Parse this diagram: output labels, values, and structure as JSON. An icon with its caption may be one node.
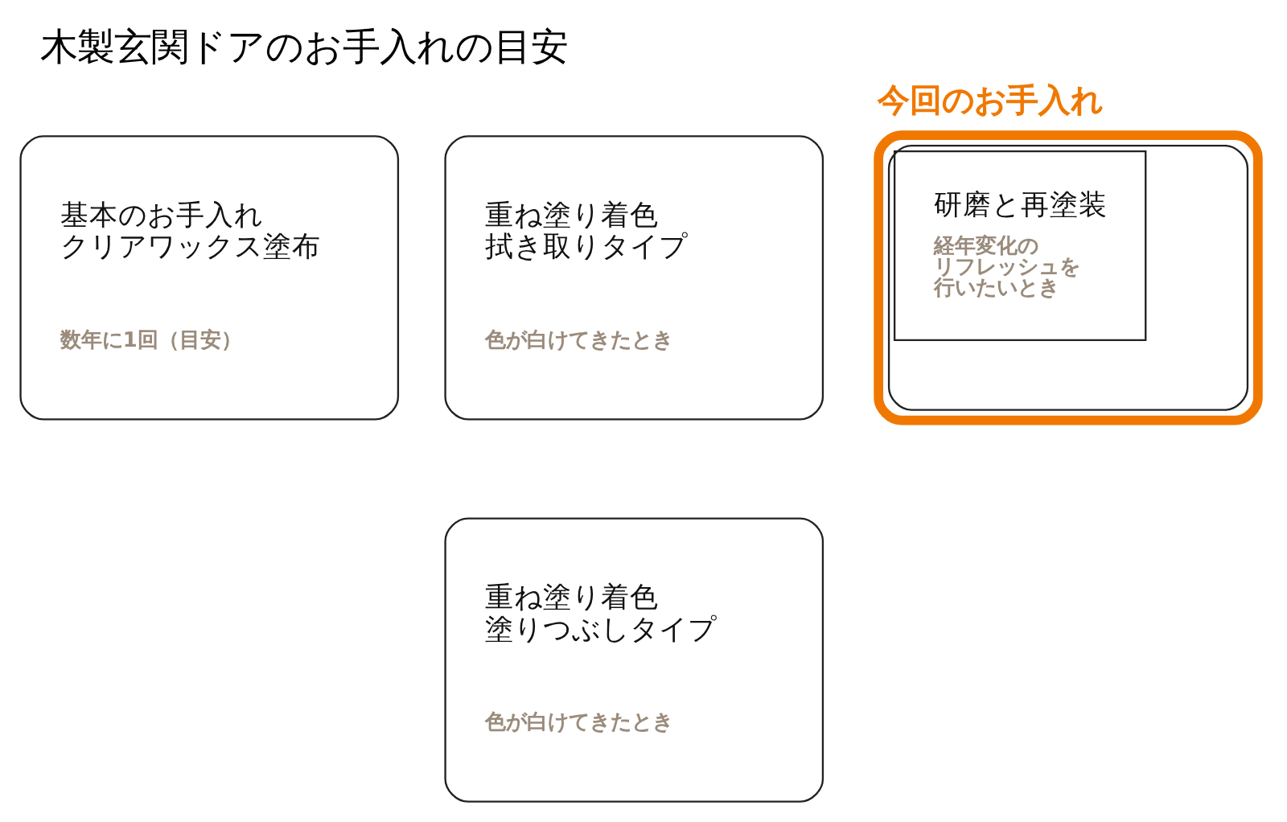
{
  "diagram": {
    "title": "木製玄関ドアのお手入れの目安",
    "nodes": [
      {
        "text": [
          "基本のお手入れクリアワックス塗布",
          "数年に1回（目安）"
        ]
      },
      {
        "text": [
          "重ね塗り着色拭き取りタイプ",
          "色が白けてきたとき"
        ]
      },
      {
        "text": [
          "今回のお手入れ",
          "研磨と再塗装",
          "経年変化のリフレッシュを行いたいとき"
        ]
      },
      {
        "text": [
          "重ね塗り着色塗りつぶしタイプ",
          "色が白けてきたとき"
        ]
      }
    ]
  }
}
